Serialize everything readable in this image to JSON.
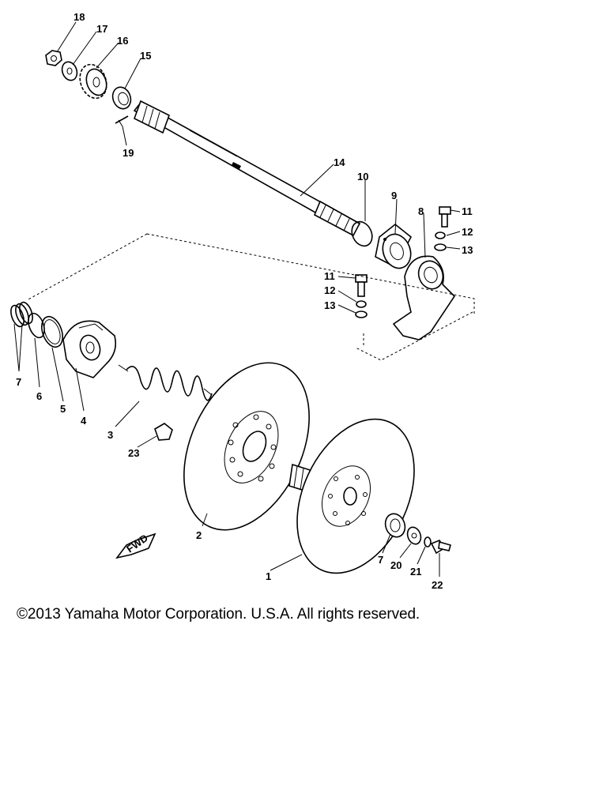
{
  "diagram": {
    "parts": [
      {
        "id": "p1",
        "label": "1"
      },
      {
        "id": "p2",
        "label": "2"
      },
      {
        "id": "p3",
        "label": "3"
      },
      {
        "id": "p4",
        "label": "4"
      },
      {
        "id": "p5",
        "label": "5"
      },
      {
        "id": "p6",
        "label": "6"
      },
      {
        "id": "p7a",
        "label": "7"
      },
      {
        "id": "p7b",
        "label": "7"
      },
      {
        "id": "p8",
        "label": "8"
      },
      {
        "id": "p9",
        "label": "9"
      },
      {
        "id": "p10",
        "label": "10"
      },
      {
        "id": "p11a",
        "label": "11"
      },
      {
        "id": "p11b",
        "label": "11"
      },
      {
        "id": "p12a",
        "label": "12"
      },
      {
        "id": "p12b",
        "label": "12"
      },
      {
        "id": "p13a",
        "label": "13"
      },
      {
        "id": "p13b",
        "label": "13"
      },
      {
        "id": "p14",
        "label": "14"
      },
      {
        "id": "p15",
        "label": "15"
      },
      {
        "id": "p16",
        "label": "16"
      },
      {
        "id": "p17",
        "label": "17"
      },
      {
        "id": "p18",
        "label": "18"
      },
      {
        "id": "p19",
        "label": "19"
      },
      {
        "id": "p20",
        "label": "20"
      },
      {
        "id": "p21",
        "label": "21"
      },
      {
        "id": "p22",
        "label": "22"
      },
      {
        "id": "p23",
        "label": "23"
      }
    ],
    "fwd_marker": "FWD"
  },
  "footer": {
    "copyright": "©2013 Yamaha Motor Corporation. U.S.A. All rights reserved."
  }
}
